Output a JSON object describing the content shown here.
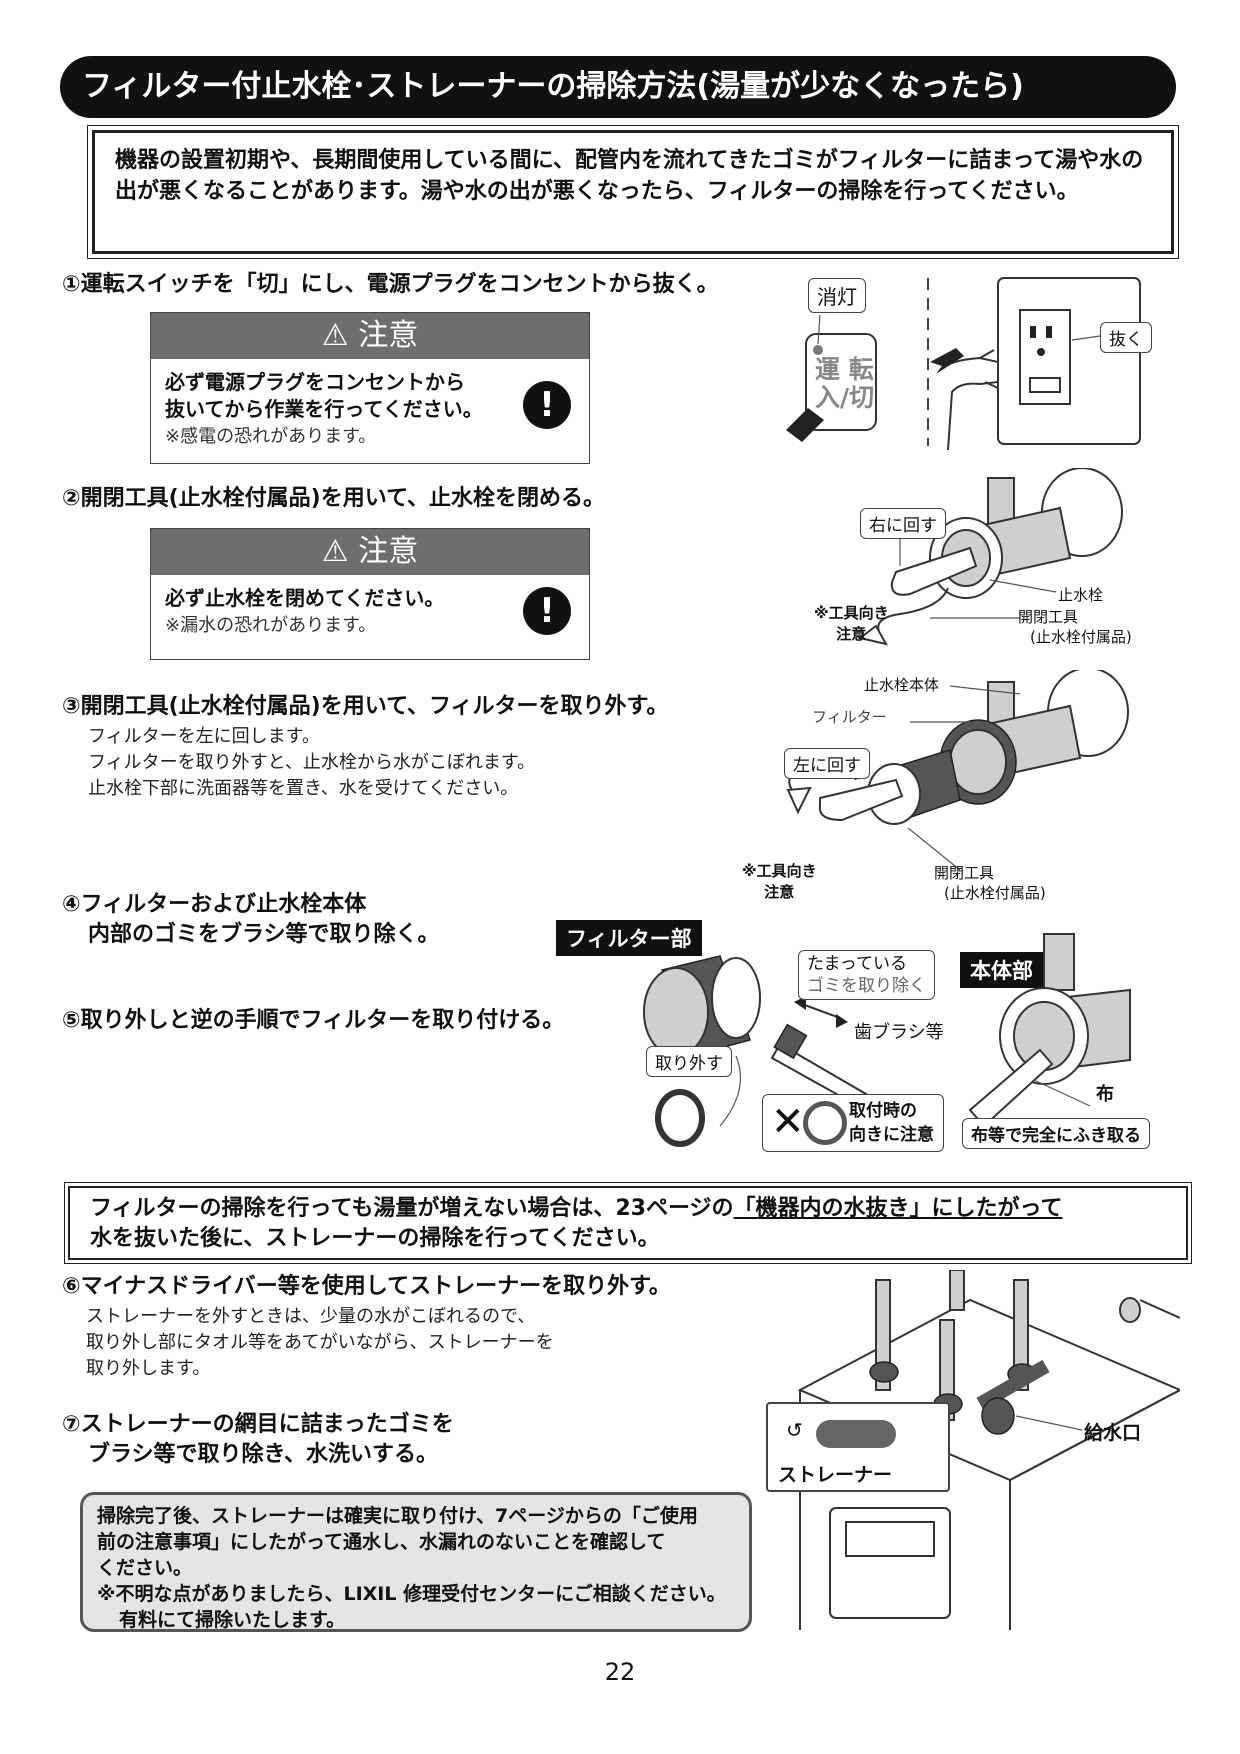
{
  "header": {
    "title": "フィルター付止水栓･ストレーナーの掃除方法(湯量が少なくなったら)"
  },
  "intro": {
    "text": "機器の設置初期や、長期間使用している間に、配管内を流れてきたゴミがフィルターに詰まって湯や水の出が悪くなることがあります。湯や水の出が悪くなったら、フィルターの掃除を行ってください。"
  },
  "step1": {
    "title": "①運転スイッチを「切」にし、電源プラグをコンセントから抜く。",
    "caution_title": "注意",
    "caution_line1": "必ず電源プラグをコンセントから",
    "caution_line2": "抜いてから作業を行ってください。",
    "caution_note": "※感電の恐れがあります。",
    "callout_off": "消灯",
    "switch_line1": "運 転",
    "switch_line2": "入/切",
    "callout_pull": "抜く"
  },
  "step2": {
    "title": "②開閉工具(止水栓付属品)を用いて、止水栓を閉める。",
    "caution_title": "注意",
    "caution_line1": "必ず止水栓を閉めてください。",
    "caution_note": "※漏水の恐れがあります。",
    "callout_right": "右に回す",
    "label_valve": "止水栓",
    "label_tool": "開閉工具",
    "label_tool_sub": "(止水栓付属品)",
    "label_orient1": "※工具向き",
    "label_orient2": "注意"
  },
  "step3": {
    "title": "③開閉工具(止水栓付属品)を用いて、フィルターを取り外す。",
    "line1": "フィルターを左に回します。",
    "line2": "フィルターを取り外すと、止水栓から水がこぼれます。",
    "line3": "止水栓下部に洗面器等を置き、水を受けてください。",
    "label_body": "止水栓本体",
    "label_filter": "フィルター",
    "callout_left": "左に回す",
    "label_orient1": "※工具向き",
    "label_orient2": "注意",
    "label_tool": "開閉工具",
    "label_tool_sub": "(止水栓付属品)"
  },
  "step4": {
    "title_line1": "④フィルターおよび止水栓本体",
    "title_line2": "内部のゴミをブラシ等で取り除く。",
    "label_filter_part": "フィルター部",
    "callout_dust1": "たまっている",
    "callout_dust2": "ゴミを取り除く",
    "label_toothbrush": "歯ブラシ等",
    "callout_remove": "取り外す",
    "callout_install1": "取付時の",
    "callout_install2": "向きに注意",
    "label_body_part": "本体部",
    "label_cloth": "布",
    "callout_wipe": "布等で完全にふき取る"
  },
  "step5": {
    "title": "⑤取り外しと逆の手順でフィルターを取り付ける。"
  },
  "box2": {
    "line1_a": "フィルターの掃除を行っても湯量が増えない場合は、23ページの",
    "line1_b": "「機器内の水抜き」にしたがって",
    "line2": "水を抜いた後に、ストレーナーの掃除を行ってください。"
  },
  "step6": {
    "title": "⑥マイナスドライバー等を使用してストレーナーを取り外す。",
    "line1": "ストレーナーを外すときは、少量の水がこぼれるので、",
    "line2": "取り外し部にタオル等をあてがいながら、ストレーナーを",
    "line3": "取り外します。"
  },
  "step7": {
    "title_line1": "⑦ストレーナーの網目に詰まったゴミを",
    "title_line2": "ブラシ等で取り除き、水洗いする。",
    "label_strainer": "ストレーナー",
    "label_inlet": "給水口"
  },
  "final": {
    "line1": "掃除完了後、ストレーナーは確実に取り付け、7ページからの「ご使用",
    "line2": "前の注意事項」にしたがって通水し、水漏れのないことを確認して",
    "line3": "ください。",
    "line4": "※不明な点がありましたら、LIXIL 修理受付センターにご相談ください。",
    "line5": "有料にて掃除いたします。"
  },
  "page": {
    "number": "22"
  }
}
